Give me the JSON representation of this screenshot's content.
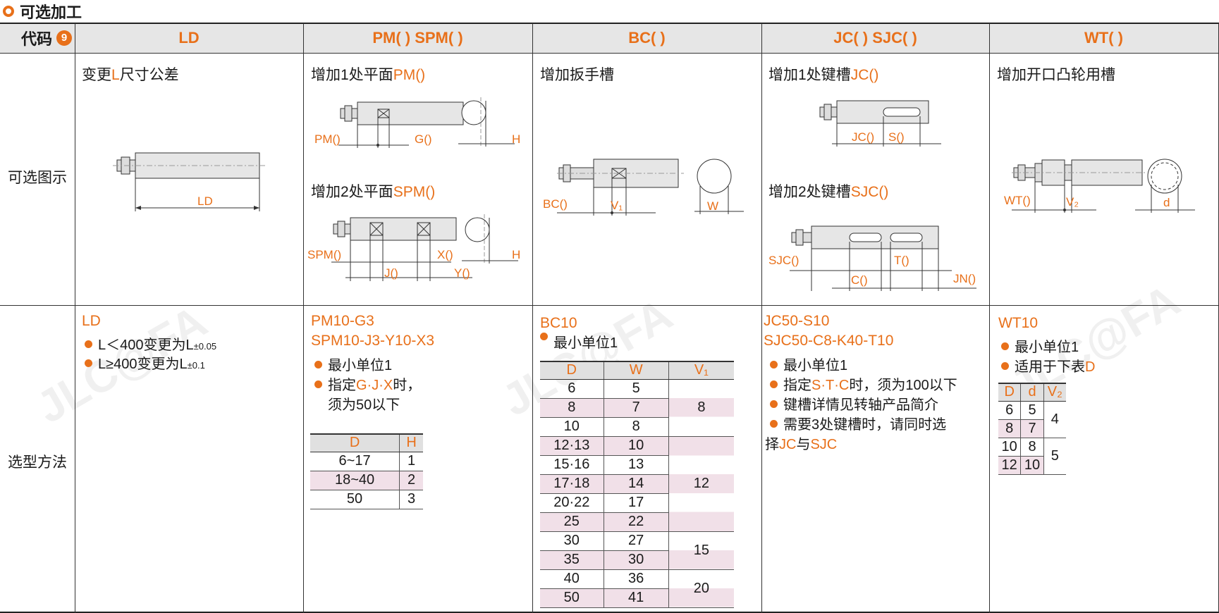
{
  "section_title": "可选加工",
  "header": {
    "code_label": "代码",
    "code_badge": "9",
    "cols": [
      "LD",
      "PM( ) SPM( )",
      "BC( )",
      "JC( ) SJC( )",
      "WT( )"
    ]
  },
  "rows": {
    "diagram_label": "可选图示",
    "method_label": "选型方法"
  },
  "ld": {
    "title_pre": "变更",
    "title_hl": "L",
    "title_post": "尺寸公差",
    "dim": "LD",
    "code": "LD",
    "b1": "L＜400变更为L",
    "b1_sub": "±0.05",
    "b2": "L≥400变更为L",
    "b2_sub": "±0.1"
  },
  "pm": {
    "title1_pre": "增加1处平面",
    "title1_hl": "PM()",
    "title2_pre": "增加2处平面",
    "title2_hl": "SPM()",
    "lbl_pm": "PM()",
    "lbl_g": "G()",
    "lbl_h": "H",
    "lbl_spm": "SPM()",
    "lbl_x": "X()",
    "lbl_j": "J()",
    "lbl_y": "Y()",
    "lbl_h2": "H",
    "code1": "PM10-G3",
    "code2": "SPM10-J3-Y10-X3",
    "b1": "最小单位1",
    "b2_pre": "指定",
    "b2_hl": "G·J·X",
    "b2_post": "时，",
    "b3": "须为50以下",
    "table_head": [
      "D",
      "H"
    ],
    "table_rows": [
      [
        "6~17",
        "1"
      ],
      [
        "18~40",
        "2"
      ],
      [
        "50",
        "3"
      ]
    ]
  },
  "bc": {
    "title": "增加扳手槽",
    "lbl_bc": "BC()",
    "lbl_v1": "V₁",
    "lbl_w": "W",
    "code": "BC10",
    "b1": "最小单位1",
    "table_head": [
      "D",
      "W",
      "V₁"
    ],
    "table_rows": [
      [
        "6",
        "5"
      ],
      [
        "8",
        "7"
      ],
      [
        "10",
        "8"
      ],
      [
        "12·13",
        "10"
      ],
      [
        "15·16",
        "13"
      ],
      [
        "17·18",
        "14"
      ],
      [
        "20·22",
        "17"
      ],
      [
        "25",
        "22"
      ],
      [
        "30",
        "27"
      ],
      [
        "35",
        "30"
      ],
      [
        "40",
        "36"
      ],
      [
        "50",
        "41"
      ]
    ],
    "v1_groups": [
      "8",
      "12",
      "15",
      "20"
    ]
  },
  "jc": {
    "title1_pre": "增加1处键槽",
    "title1_hl": "JC()",
    "title2_pre": "增加2处键槽",
    "title2_hl": "SJC()",
    "lbl_jc": "JC()",
    "lbl_s": "S()",
    "lbl_sjc": "SJC()",
    "lbl_t": "T()",
    "lbl_c": "C()",
    "lbl_jn": "JN()",
    "code1": "JC50-S10",
    "code2": "SJC50-C8-K40-T10",
    "b1": "最小单位1",
    "b2_pre": "指定",
    "b2_hl": "S·T·C",
    "b2_post": "时，须为100以下",
    "b3": "键槽详情见转轴产品简介",
    "b4": "需要3处键槽时，请同时选",
    "b5_pre": "择",
    "b5_hl1": "JC",
    "b5_mid": "与",
    "b5_hl2": "SJC"
  },
  "wt": {
    "title": "增加开口凸轮用槽",
    "lbl_wt": "WT()",
    "lbl_v2": "V₂",
    "lbl_d": "d",
    "code": "WT10",
    "b1": "最小单位1",
    "b2_pre": "适用于下表",
    "b2_hl": "D",
    "table_head": [
      "D",
      "d",
      "V₂"
    ],
    "table_rows": [
      [
        "6",
        "5"
      ],
      [
        "8",
        "7"
      ],
      [
        "10",
        "8"
      ],
      [
        "12",
        "10"
      ]
    ],
    "v2_groups": [
      "4",
      "5"
    ]
  }
}
